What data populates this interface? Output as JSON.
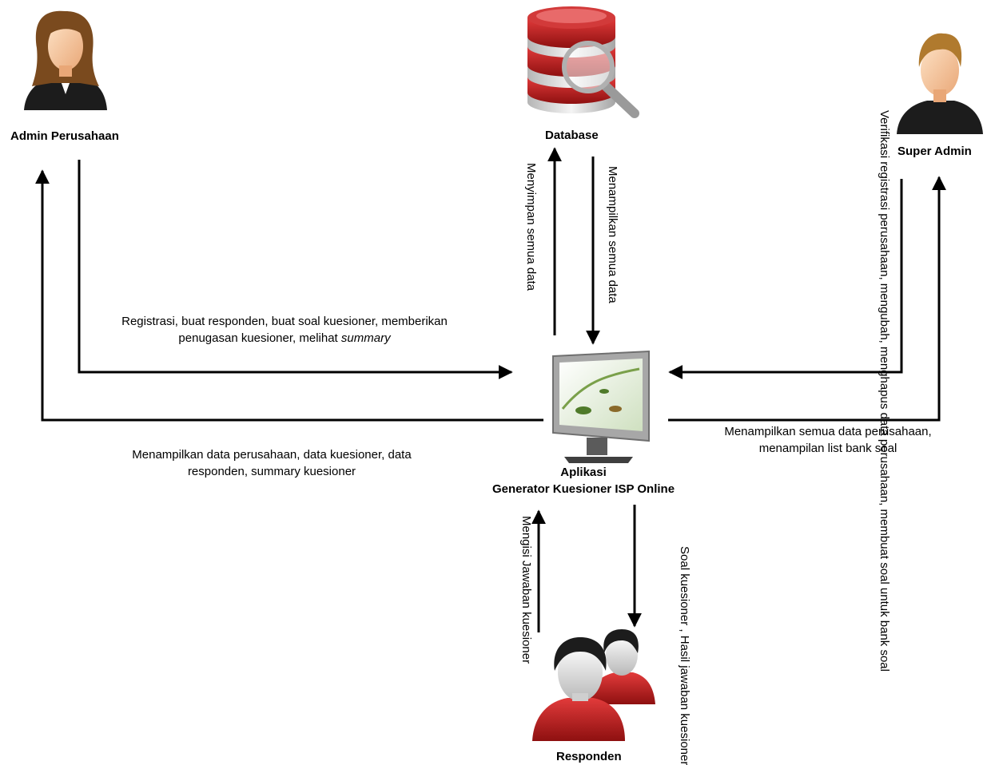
{
  "actors": {
    "admin_perusahaan": "Admin Perusahaan",
    "database": "Database",
    "super_admin": "Super Admin",
    "responden": "Responden",
    "app_line1": "Aplikasi",
    "app_line2": "Generator Kuesioner ISP Online"
  },
  "flows": {
    "admin_to_app_line1": "Registrasi, buat responden, buat soal kuesioner, memberikan",
    "admin_to_app_line2_prefix": "penugasan kuesioner, melihat ",
    "admin_to_app_line2_italic": "summary",
    "app_to_admin_line1": "Menampilkan data perusahaan, data kuesioner, data",
    "app_to_admin_line2": "responden, summary kuesioner",
    "app_to_db": "Menyimpan semua data",
    "db_to_app": "Menampilkan semua data",
    "superadmin_to_app_line1": "Verifikasi registrasi perusahaan,",
    "superadmin_to_app_line2": "mengubah, menghapus data perusahaan,",
    "superadmin_to_app_line3": "membuat soal untuk bank soal",
    "app_to_superadmin_line1": "Menampilkan semua data perusahaan,",
    "app_to_superadmin_line2": "menampilan list bank soal",
    "responden_to_app_line1": "Mengisi",
    "responden_to_app_line2": "Jawaban kuesioner",
    "app_to_responden_line1": "Soal kuesioner ,",
    "app_to_responden_line2": "Hasil jawaban kuesioner"
  },
  "colors": {
    "line": "#000000",
    "db_red": "#c0272d",
    "skin": "#f5c9a0"
  }
}
